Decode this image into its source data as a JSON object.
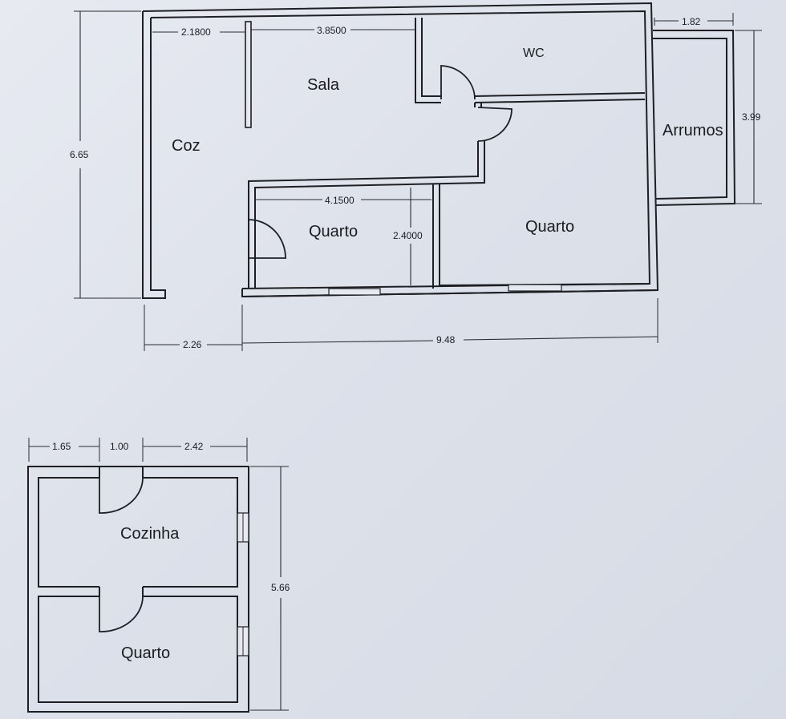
{
  "plan_top": {
    "rooms": {
      "coz": "Coz",
      "sala": "Sala",
      "wc": "WC",
      "quarto_left": "Quarto",
      "quarto_right": "Quarto",
      "arrumos": "Arrumos"
    },
    "dimensions": {
      "coz_width": "2.1800",
      "sala_width": "3.8500",
      "arrumos_width": "1.82",
      "height_total": "6.65",
      "arrumos_height": "3.99",
      "quarto_width": "4.1500",
      "quarto_height": "2.4000",
      "bottom_left": "2.26",
      "bottom_total": "9.48"
    }
  },
  "plan_bottom": {
    "rooms": {
      "cozinha": "Cozinha",
      "quarto": "Quarto"
    },
    "dimensions": {
      "left": "1.65",
      "door": "1.00",
      "right": "2.42",
      "height": "5.66"
    }
  }
}
